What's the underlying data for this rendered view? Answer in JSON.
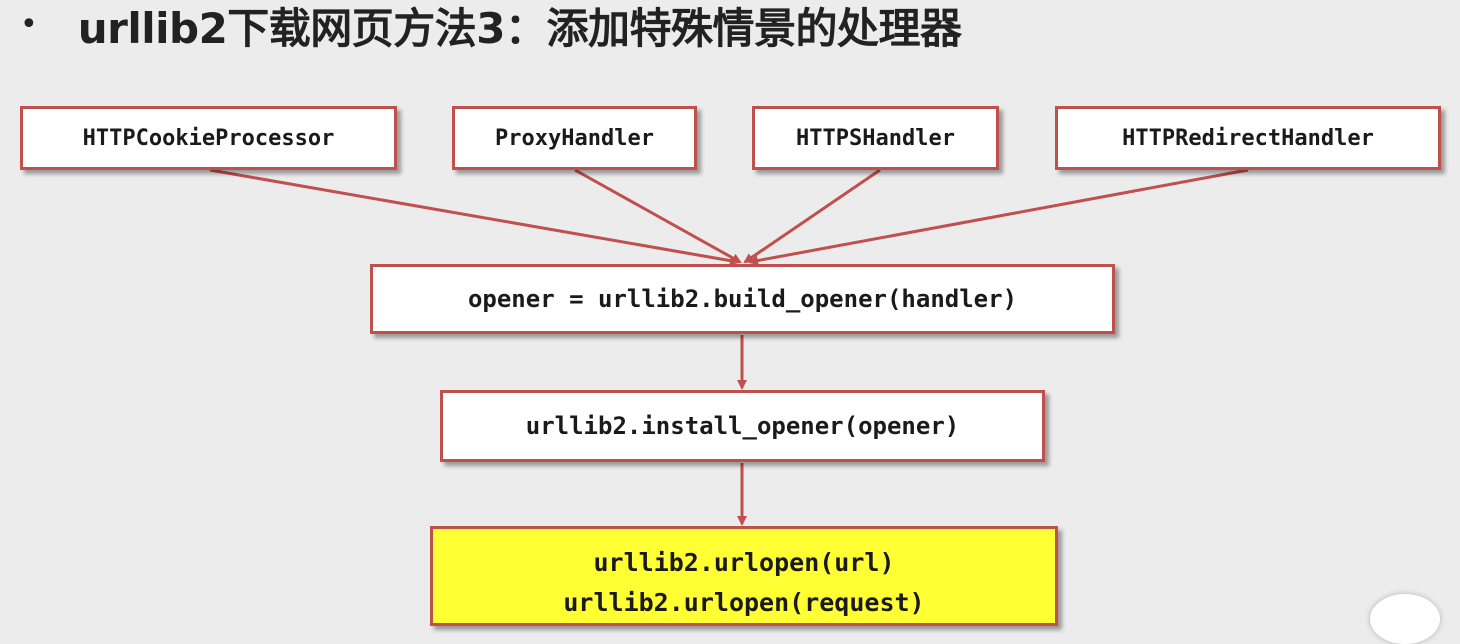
{
  "title": {
    "bullet": "•",
    "text": "urllib2下载网页方法3：添加特殊情景的处理器"
  },
  "handlers": [
    "HTTPCookieProcessor",
    "ProxyHandler",
    "HTTPSHandler",
    "HTTPRedirectHandler"
  ],
  "build_step": "opener = urllib2.build_opener(handler)",
  "install_step": "urllib2.install_opener(opener)",
  "open_step": {
    "line1": "urllib2.urlopen(url)",
    "line2": "urllib2.urlopen(request)"
  },
  "colors": {
    "border": "#c0504d",
    "arrow": "#c0504d",
    "final_fill": "#ffff33",
    "background": "#ececec"
  }
}
